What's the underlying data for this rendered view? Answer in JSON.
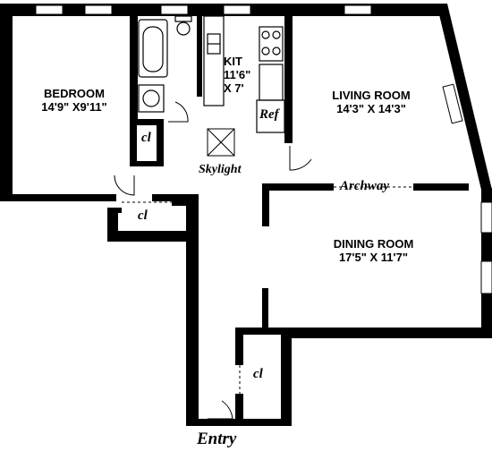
{
  "rooms": {
    "bedroom": {
      "name": "BEDROOM",
      "dims": "14'9\" X9'11\""
    },
    "kitchen": {
      "name": "KIT",
      "dims_line1": "11'6\"",
      "dims_line2": "X 7'"
    },
    "living_room": {
      "name": "LIVING ROOM",
      "dims": "14'3\" X 14'3\""
    },
    "dining_room": {
      "name": "DINING ROOM",
      "dims": "17'5\" X 11'7\""
    }
  },
  "labels": {
    "closet": "cl",
    "refrigerator": "Ref",
    "skylight": "Skylight",
    "archway": "Archway",
    "entry": "Entry"
  },
  "colors": {
    "wall": "#000000",
    "window_fill": "#ffffff",
    "background": "#ffffff"
  }
}
